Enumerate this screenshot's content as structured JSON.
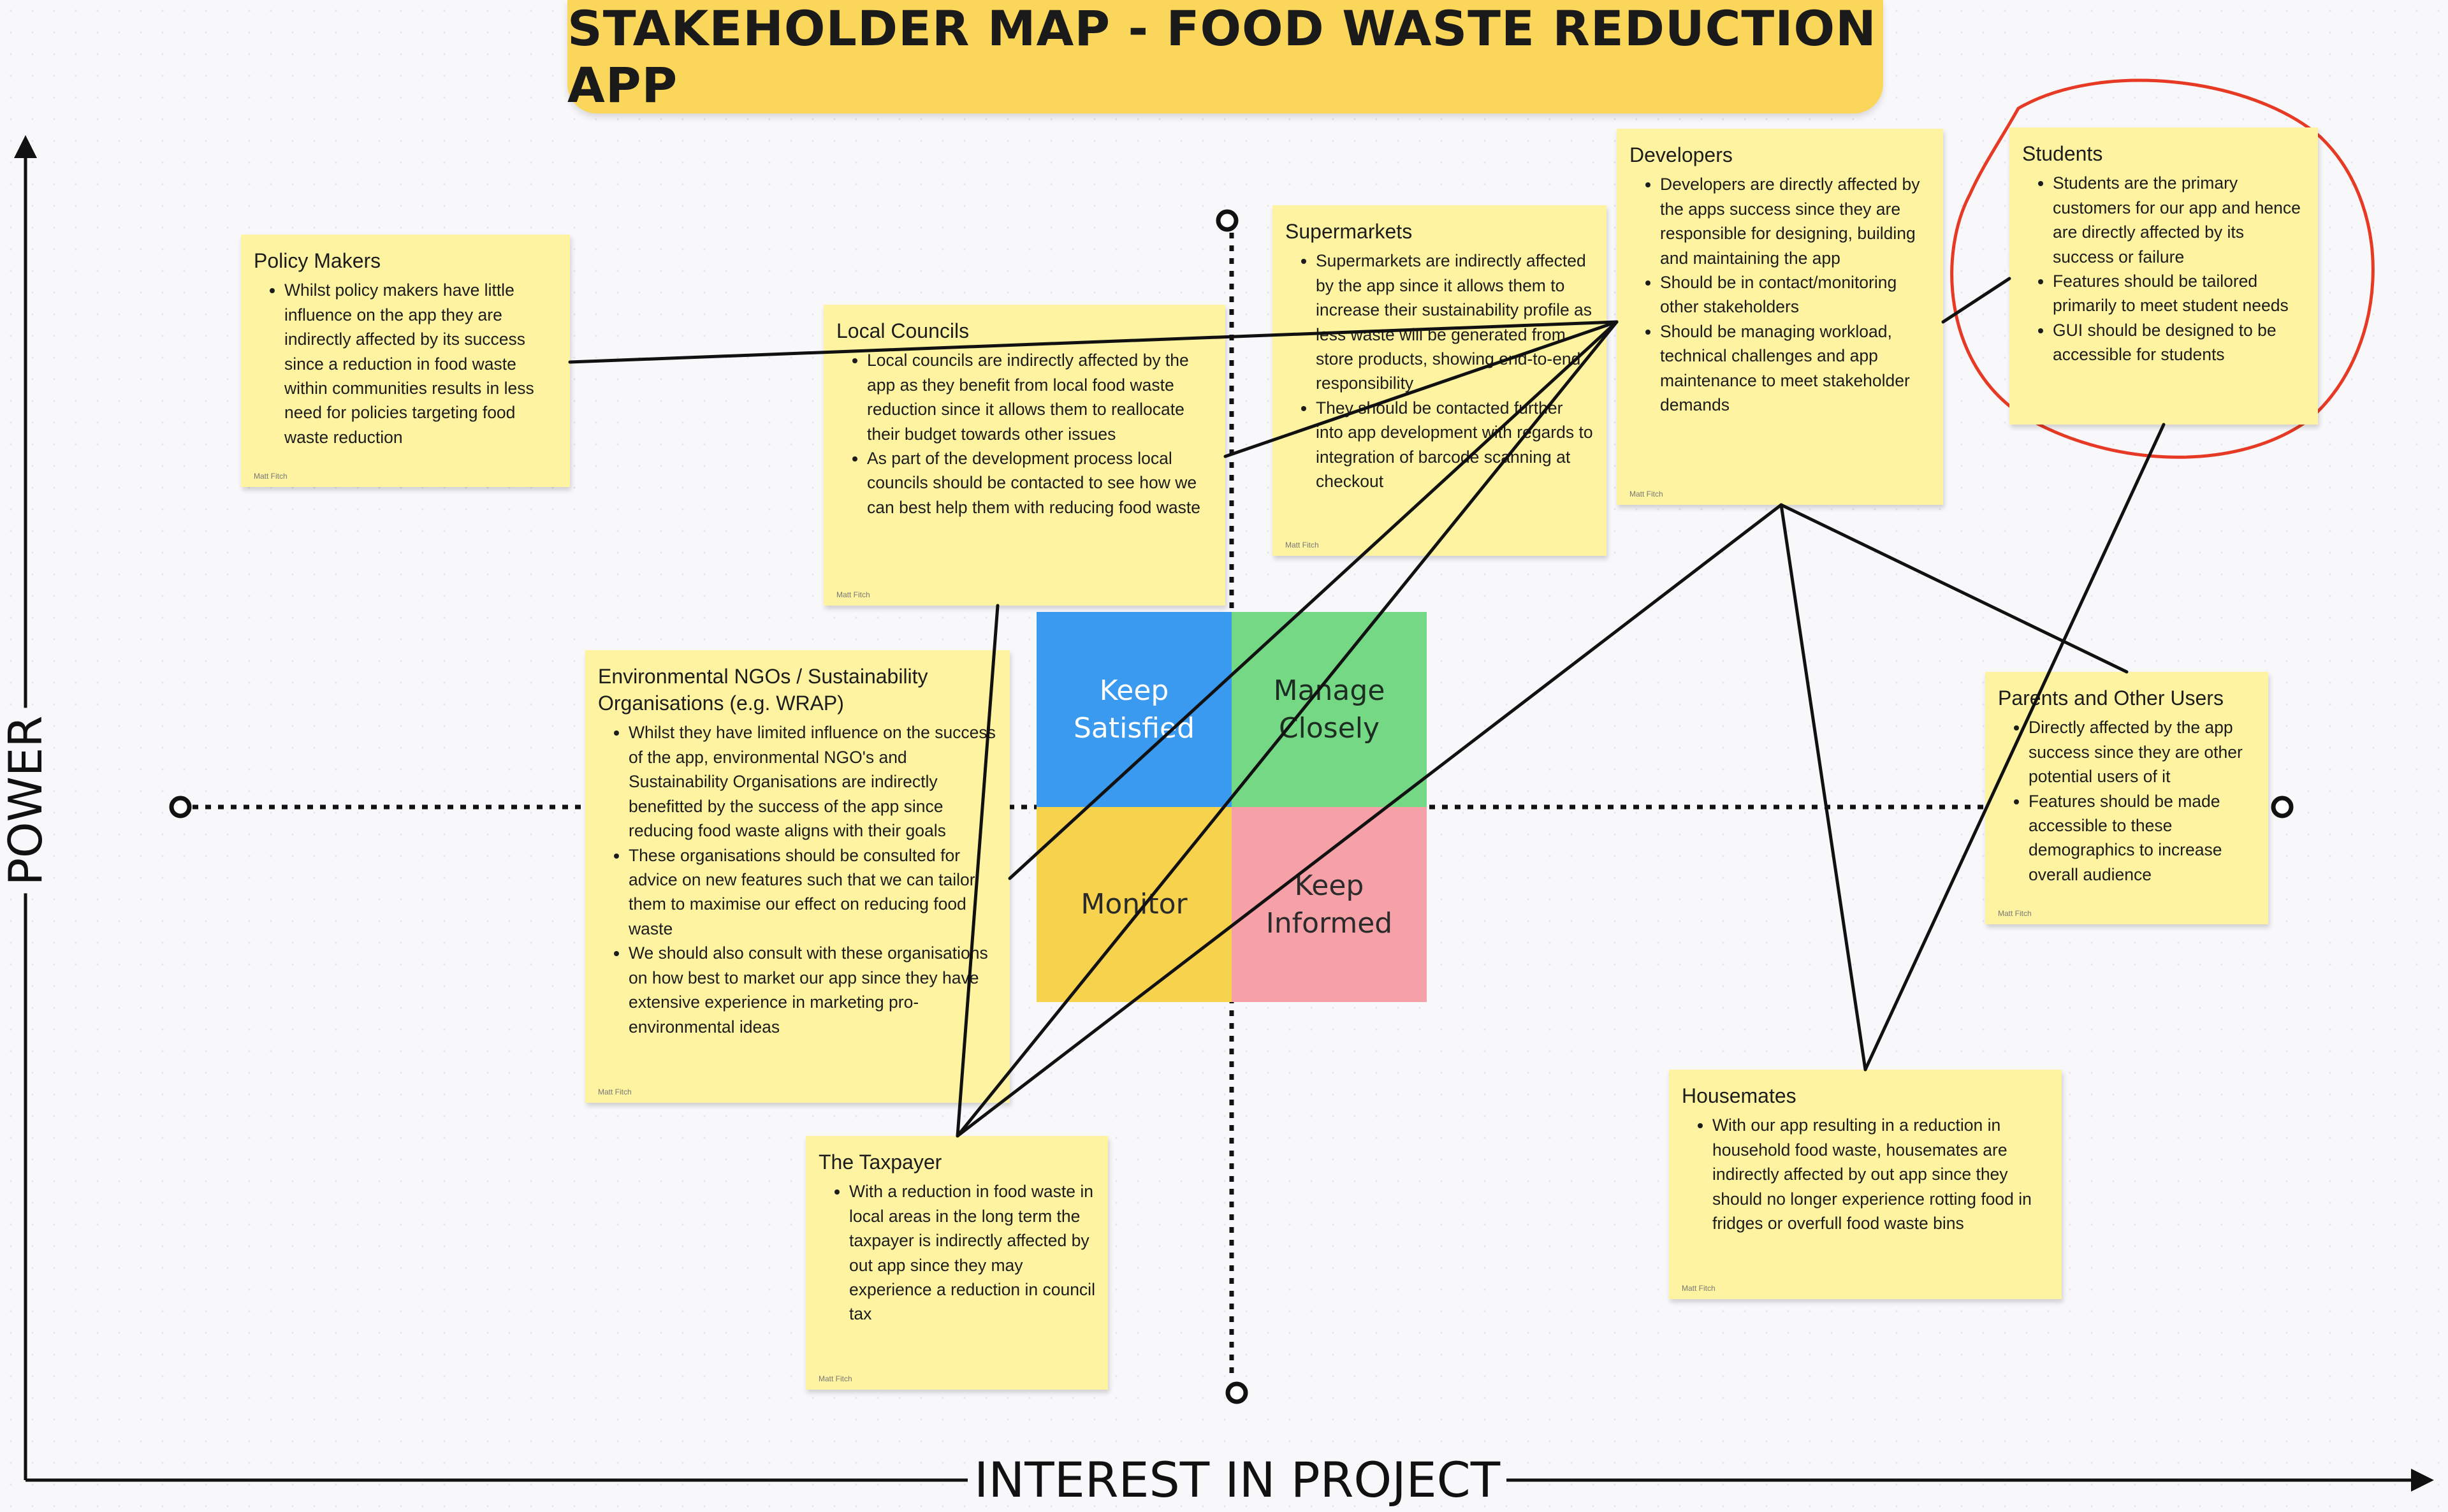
{
  "title": "STAKEHOLDER MAP - FOOD WASTE REDUCTION APP",
  "axes": {
    "x_label": "INTEREST IN PROJECT",
    "y_label": "POWER"
  },
  "quadrants": {
    "keep_satisfied": "Keep Satisfied",
    "manage_closely": "Manage Closely",
    "monitor": "Monitor",
    "keep_informed": "Keep Informed"
  },
  "notes": {
    "policy_makers": {
      "title": "Policy Makers",
      "bullets": [
        "Whilst policy makers have little influence on the app they are indirectly affected by its success since a reduction in food waste within communities results in less need for policies targeting food waste reduction"
      ],
      "author": "Matt Fitch"
    },
    "local_councils": {
      "title": "Local Councils",
      "bullets": [
        "Local councils are indirectly affected by the app as they benefit from local food waste reduction since it allows them to reallocate their budget towards other issues",
        "As part of the development process local councils should be contacted to see how we can best help them with reducing food waste"
      ],
      "author": "Matt Fitch"
    },
    "supermarkets": {
      "title": "Supermarkets",
      "bullets": [
        "Supermarkets are indirectly affected by the app since it allows them to increase their sustainability profile as less waste will be generated from store products, showing end-to-end responsibility",
        "They should be contacted further into app development with regards to integration of barcode scanning at checkout"
      ],
      "author": "Matt Fitch"
    },
    "developers": {
      "title": "Developers",
      "bullets": [
        "Developers are directly affected by the apps success since they are responsible for designing, building and maintaining the app",
        "Should be in contact/monitoring other stakeholders",
        "Should be managing workload, technical challenges and app maintenance to meet stakeholder demands"
      ],
      "author": "Matt Fitch"
    },
    "students": {
      "title": "Students",
      "bullets": [
        "Students are the primary customers for our app and hence are directly affected by its success or failure",
        "Features should be tailored primarily to meet student needs",
        "GUI should be designed to be accessible for students"
      ],
      "author": ""
    },
    "ngos": {
      "title": "Environmental NGOs / Sustainability Organisations (e.g. WRAP)",
      "bullets": [
        "Whilst they have limited influence on the success of the app, environmental NGO's and Sustainability Organisations are indirectly benefitted by the success of the app since reducing food waste aligns with their goals",
        "These organisations should be consulted for advice on new features such that we can tailor them to maximise our effect on reducing food waste",
        "We should also consult with these organisations on how best to market our app since they have extensive experience in marketing pro-environmental ideas"
      ],
      "author": "Matt Fitch"
    },
    "parents": {
      "title": "Parents and Other Users",
      "bullets": [
        "Directly affected by the app success since they are other potential users of it",
        "Features should be made accessible to these demographics to increase overall audience"
      ],
      "author": "Matt Fitch"
    },
    "taxpayer": {
      "title": "The Taxpayer",
      "bullets": [
        "With a reduction in food waste in local areas in the long term the taxpayer is indirectly affected by out app since they may experience a reduction in council tax"
      ],
      "author": "Matt Fitch"
    },
    "housemates": {
      "title": "Housemates",
      "bullets": [
        "With our app resulting in a reduction in household food waste, housemates are indirectly affected by out app since they should no longer experience rotting food in fridges or overfull food waste bins"
      ],
      "author": "Matt Fitch"
    }
  }
}
